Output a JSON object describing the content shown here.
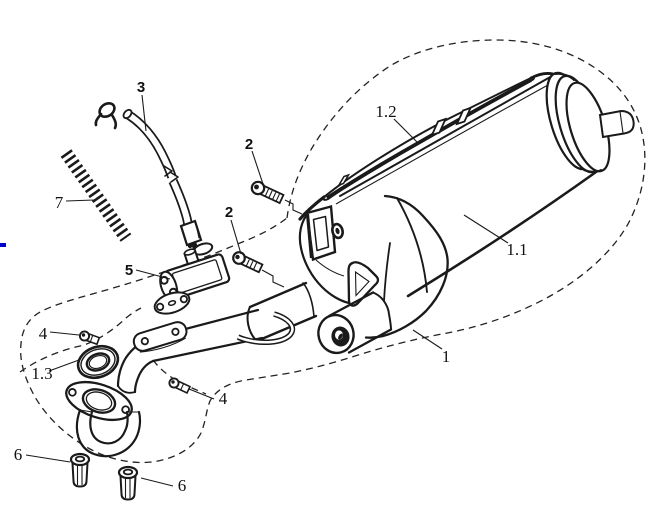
{
  "figure": {
    "type": "exploded-parts-diagram",
    "subject": "scooter exhaust muffler assembly",
    "background_color": "#ffffff",
    "line_color": "#1a1a1a",
    "edge_mark_color": "#0000cc"
  },
  "callouts": [
    {
      "id": "callout-1",
      "text": "1"
    },
    {
      "id": "callout-1-1",
      "text": "1.1"
    },
    {
      "id": "callout-1-2",
      "text": "1.2"
    },
    {
      "id": "callout-1-3",
      "text": "1.3"
    },
    {
      "id": "callout-2-upper",
      "text": "2"
    },
    {
      "id": "callout-2-lower",
      "text": "2"
    },
    {
      "id": "callout-3",
      "text": "3"
    },
    {
      "id": "callout-4-left",
      "text": "4"
    },
    {
      "id": "callout-4-right",
      "text": "4"
    },
    {
      "id": "callout-5",
      "text": "5"
    },
    {
      "id": "callout-6-left",
      "text": "6"
    },
    {
      "id": "callout-6-right",
      "text": "6"
    },
    {
      "id": "callout-7",
      "text": "7"
    }
  ]
}
